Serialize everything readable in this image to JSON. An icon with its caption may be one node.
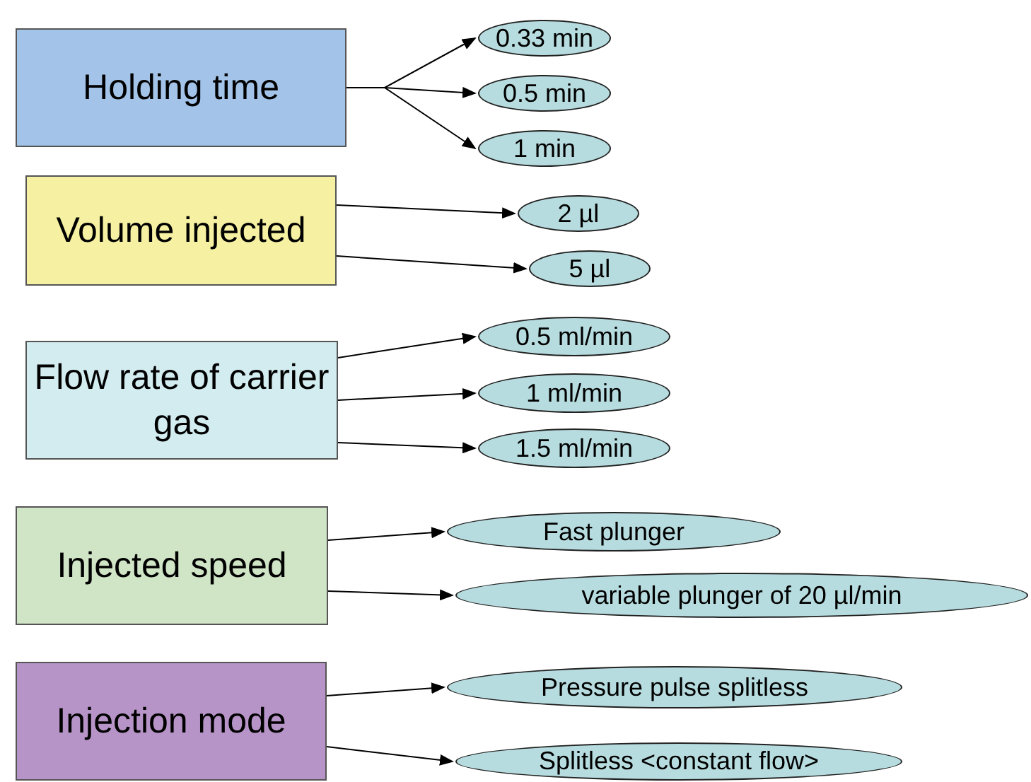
{
  "diagram": {
    "nodes": [
      {
        "text": [
          "Holding time"
        ]
      },
      {
        "text": [
          "0.33 min"
        ]
      },
      {
        "text": [
          "0.5 min"
        ]
      },
      {
        "text": [
          "1 min"
        ]
      },
      {
        "text": [
          "Volume injected"
        ]
      },
      {
        "text": [
          "2 µl"
        ]
      },
      {
        "text": [
          "5 µl"
        ]
      },
      {
        "text": [
          "Flow rate of carrier gas"
        ]
      },
      {
        "text": [
          "0.5 ml/min"
        ]
      },
      {
        "text": [
          "1 ml/min"
        ]
      },
      {
        "text": [
          "1.5 ml/min"
        ]
      },
      {
        "text": [
          "Injected speed"
        ]
      },
      {
        "text": [
          "Fast plunger"
        ]
      },
      {
        "text": [
          "variable plunger of 20 µl/min"
        ]
      },
      {
        "text": [
          "Injection mode"
        ]
      },
      {
        "text": [
          "Pressure pulse splitless"
        ]
      },
      {
        "text": [
          "Splitless <constant flow>"
        ]
      }
    ],
    "edges": [
      {
        "from": 0,
        "to": 1,
        "arrow": "to"
      },
      {
        "from": 0,
        "to": 2,
        "arrow": "to"
      },
      {
        "from": 0,
        "to": 3,
        "arrow": "to"
      },
      {
        "from": 4,
        "to": 5,
        "arrow": "to"
      },
      {
        "from": 4,
        "to": 6,
        "arrow": "to"
      },
      {
        "from": 7,
        "to": 8,
        "arrow": "to"
      },
      {
        "from": 7,
        "to": 9,
        "arrow": "to"
      },
      {
        "from": 7,
        "to": 10,
        "arrow": "to"
      },
      {
        "from": 11,
        "to": 12,
        "arrow": "to"
      },
      {
        "from": 11,
        "to": 13,
        "arrow": "to"
      },
      {
        "from": 14,
        "to": 15,
        "arrow": "to"
      },
      {
        "from": 14,
        "to": 16,
        "arrow": "to"
      }
    ]
  }
}
